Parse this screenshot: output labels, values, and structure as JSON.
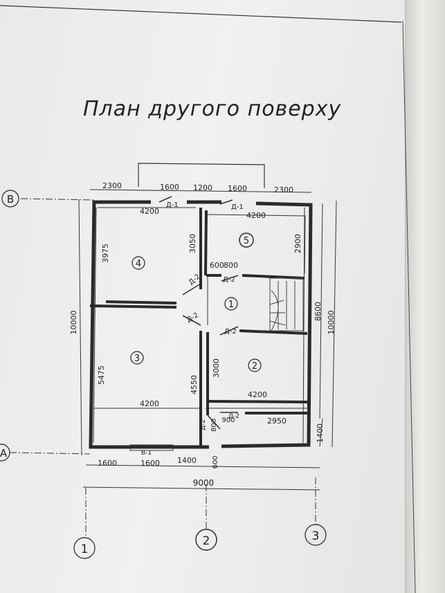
{
  "title": "План другого поверху",
  "axes": {
    "rows": [
      "В",
      "А"
    ],
    "columns": [
      "1",
      "2",
      "3"
    ]
  },
  "rooms": [
    {
      "number": "1"
    },
    {
      "number": "2"
    },
    {
      "number": "3"
    },
    {
      "number": "4"
    },
    {
      "number": "5"
    }
  ],
  "doors": {
    "entry_top_left": "Д-1",
    "entry_top_right": "Д-1",
    "room4": "Д-2",
    "room3": "Д-2",
    "room5": "Д-2",
    "room2": "Д-2",
    "bath_left": "Д-2",
    "bath_right": "Д-2",
    "window_bottom": "В-1"
  },
  "dimensions": {
    "top_chain": [
      "2300",
      "1600",
      "1200",
      "1600",
      "2300"
    ],
    "room4_width": "4200",
    "room5_width": "4200",
    "room4_height": "3975",
    "room4_right_height": "3050",
    "room5_height": "2900",
    "corridor_small": [
      "600",
      "800"
    ],
    "room3_height": "5475",
    "room3_right_height": "4550",
    "room2_height": "3000",
    "room3_width": "4200",
    "room2_width": "4200",
    "bath_small_w": "900",
    "bath_small_h": "800",
    "bath_width": "2950",
    "bottom_chain": [
      "1600",
      "1600",
      "1400"
    ],
    "bottom_small": "600",
    "total_width": "9000",
    "left_total": "10000",
    "right_total": "10000",
    "right_upper": "8600",
    "right_lower": "1400"
  }
}
